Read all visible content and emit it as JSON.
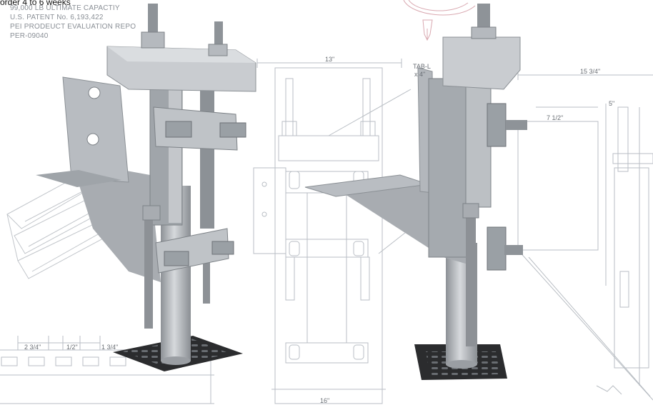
{
  "notice": "order 4 to 6 weeks",
  "spec_lines": [
    "99,000 LB ULTIMATE CAPACTIY",
    "U.S. PATENT No. 6,193,422",
    "PEI PRODEUCT EVALUATION REPO",
    "PER-09040"
  ],
  "dimensions": {
    "left_2_3_4": "2 3/4\"",
    "left_1_2": "1/2\"",
    "left_1_3_4": "1 3/4\"",
    "top_13": "13\"",
    "bottom_16": "16\"",
    "tab_label": "TAB-L",
    "tab_size": "x 4\"",
    "right_15_3_4": "15 3/4\"",
    "right_5": "5\"",
    "right_7_1_2": "7 1/2\""
  },
  "colors": {
    "metal_light": "#c9ccd0",
    "metal_mid": "#aeb2b7",
    "metal_dark": "#7d8287",
    "base_plate": "#2b2c2e",
    "drawing_line": "#b9bec4"
  }
}
